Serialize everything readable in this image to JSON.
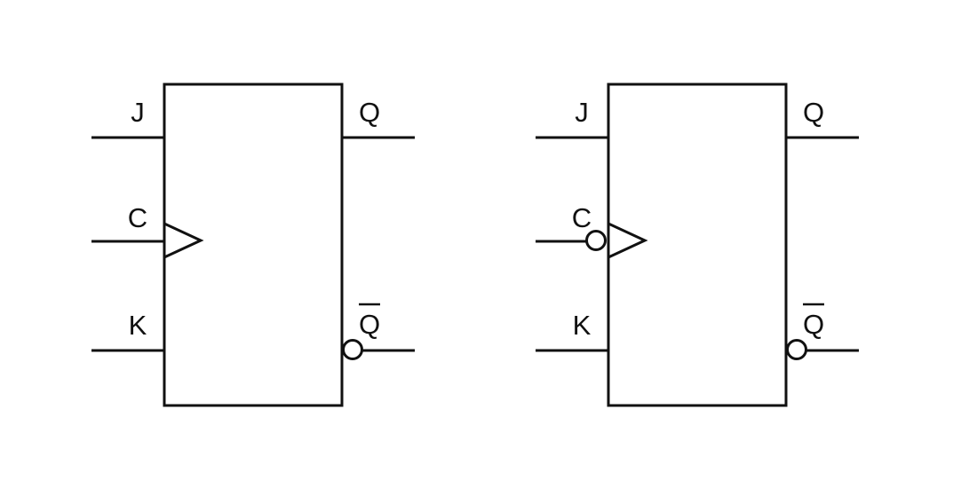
{
  "flipflops": [
    {
      "id": "ff1",
      "clock_inverted": false,
      "labels": {
        "j": "J",
        "c": "C",
        "k": "K",
        "q": "Q",
        "qbar": "Q"
      }
    },
    {
      "id": "ff2",
      "clock_inverted": true,
      "labels": {
        "j": "J",
        "c": "C",
        "k": "K",
        "q": "Q",
        "qbar": "Q"
      }
    }
  ],
  "colors": {
    "stroke": "#111111",
    "background": "#ffffff"
  }
}
